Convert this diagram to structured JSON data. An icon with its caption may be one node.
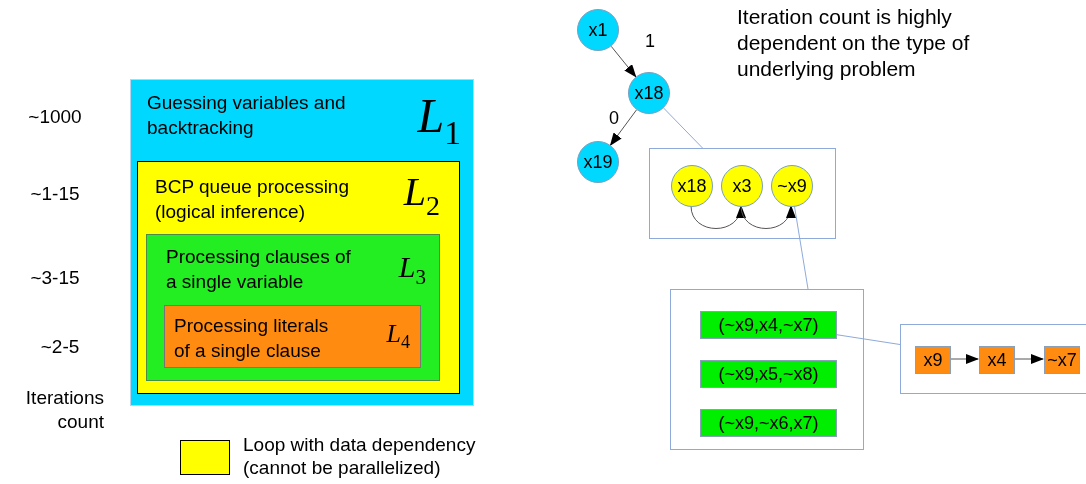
{
  "diagram": {
    "nodes": [
      {
        "text": [
          "Guessing variables and backtracking",
          "*L*$_{1}$"
        ]
      },
      {
        "text": [
          "BCP queue processing (logical inference)",
          "*L*$_{2}$"
        ],
        "in": 0
      },
      {
        "text": [
          "Processing clauses of a single variable",
          "*L*$_{3}$"
        ],
        "in": 1
      },
      {
        "text": [
          "Processing literals of a single clause",
          "*L*$_{4}$"
        ],
        "in": 2
      },
      {
        "text": [
          "x1"
        ]
      },
      {
        "text": [
          "x18"
        ]
      },
      {
        "text": [
          "x19"
        ]
      },
      {
        "text": [],
        "shape": "box"
      },
      {
        "text": [
          "x18"
        ],
        "in": 7
      },
      {
        "text": [
          "x3"
        ],
        "in": 7
      },
      {
        "text": [
          "~x9"
        ],
        "in": 7
      },
      {
        "text": [],
        "shape": "box"
      },
      {
        "text": [
          "(~x9,x4,~x7)"
        ],
        "in": 11
      },
      {
        "text": [
          "(~x9,x5,~x8)"
        ],
        "in": 11
      },
      {
        "text": [
          "(~x9,~x6,x7)"
        ],
        "in": 11
      },
      {
        "text": [],
        "shape": "box"
      },
      {
        "text": [
          "x9"
        ],
        "in": 15
      },
      {
        "text": [
          "x4"
        ],
        "in": 15
      },
      {
        "text": [
          "~x7"
        ],
        "in": 15
      }
    ],
    "edges": [
      {
        "from": 4,
        "to": 5,
        "arrow": "to",
        "label": "1"
      },
      {
        "from": 5,
        "to": 6,
        "arrow": "to",
        "label": "0"
      },
      {
        "from": 8,
        "to": 9,
        "arrow": "to"
      },
      {
        "from": 9,
        "to": 10,
        "arrow": "to"
      },
      {
        "from": 16,
        "to": 17,
        "arrow": "to"
      },
      {
        "from": 17,
        "to": 18,
        "arrow": "to"
      },
      {
        "from": 7,
        "to": 5,
        "arrow": "none",
        "color": "#8eaadb"
      },
      {
        "from": 11,
        "to": 10,
        "arrow": "none",
        "color": "#8eaadb"
      },
      {
        "from": 15,
        "to": 12,
        "arrow": "none",
        "color": "#8eaadb"
      }
    ],
    "labels": [
      "~1000",
      "~1-15",
      "~3-15",
      "~2-5",
      "Iterations count",
      "Iteration count is highly dependent on the type of underlying problem"
    ],
    "legend": [
      {
        "text": "Loop with data dependency (cannot be parallelized)",
        "color": "#ffff00"
      }
    ]
  }
}
